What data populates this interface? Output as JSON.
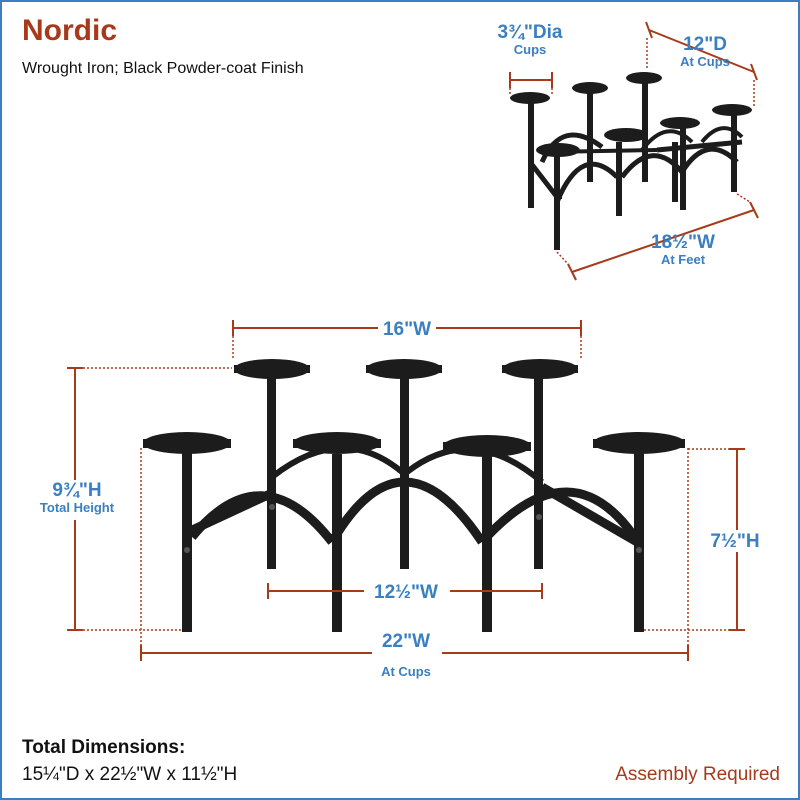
{
  "header": {
    "title": "Nordic",
    "subtitle": "Wrought Iron; Black Powder-coat Finish"
  },
  "small_view": {
    "cup_diameter": "3¾\"Dia",
    "cup_diameter_caption": "Cups",
    "depth": "12\"D",
    "depth_caption": "At Cups",
    "feet_width": "18½\"W",
    "feet_width_caption": "At Feet"
  },
  "main_view": {
    "top_cups_width": "16\"W",
    "total_height": "9¾\"H",
    "total_height_caption": "Total Height",
    "side_height": "7½\"H",
    "inner_width": "12½\"W",
    "cups_width": "22\"W",
    "cups_width_caption": "At Cups"
  },
  "footer": {
    "dimensions_label": "Total Dimensions:",
    "dimensions_value": "15¼\"D x 22½\"W x 11½\"H",
    "assembly_note": "Assembly Required"
  },
  "colors": {
    "brand_red": "#a83a1c",
    "measure_blue": "#3a7fc1",
    "iron": "#1c1c1c",
    "border": "#3a7fc1"
  }
}
